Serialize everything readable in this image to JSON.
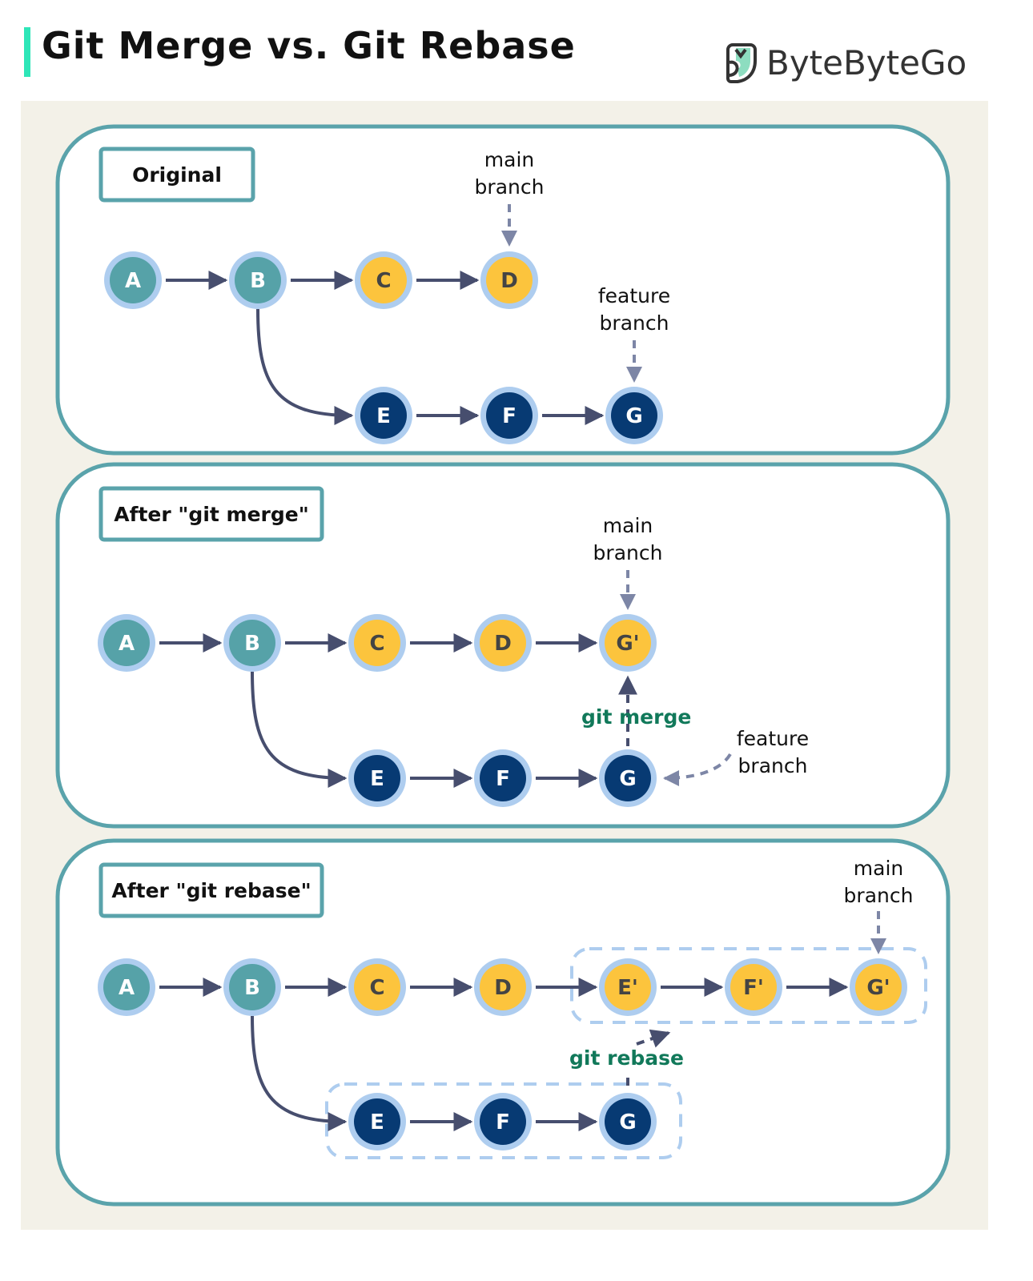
{
  "header": {
    "title": "Git Merge vs. Git Rebase",
    "brand": "ByteByteGo"
  },
  "colors": {
    "accent_bar": "#2ee6b8",
    "panel_border": "#5aa3ab",
    "background": "#f3f1e8",
    "node_ring": "#aecdef",
    "node_teal": "#56a2a8",
    "node_yellow": "#fcc43d",
    "node_navy": "#073a73",
    "arrow": "#474e6e",
    "pointer": "#7d86a6",
    "command_text": "#11795a",
    "group_dash": "#aecdef"
  },
  "panels": [
    {
      "id": "original",
      "label": "Original",
      "nodes": [
        {
          "id": "A",
          "label": "A",
          "kind": "teal"
        },
        {
          "id": "B",
          "label": "B",
          "kind": "teal"
        },
        {
          "id": "C",
          "label": "C",
          "kind": "yellow"
        },
        {
          "id": "D",
          "label": "D",
          "kind": "yellow"
        },
        {
          "id": "E",
          "label": "E",
          "kind": "navy"
        },
        {
          "id": "F",
          "label": "F",
          "kind": "navy"
        },
        {
          "id": "G",
          "label": "G",
          "kind": "navy"
        }
      ],
      "edges": [
        [
          "A",
          "B"
        ],
        [
          "B",
          "C"
        ],
        [
          "C",
          "D"
        ],
        [
          "B",
          "E"
        ],
        [
          "E",
          "F"
        ],
        [
          "F",
          "G"
        ]
      ],
      "pointers": [
        {
          "text": [
            "main",
            "branch"
          ],
          "target": "D"
        },
        {
          "text": [
            "feature",
            "branch"
          ],
          "target": "G"
        }
      ]
    },
    {
      "id": "merge",
      "label": "After \"git merge\"",
      "nodes": [
        {
          "id": "A",
          "label": "A",
          "kind": "teal"
        },
        {
          "id": "B",
          "label": "B",
          "kind": "teal"
        },
        {
          "id": "C",
          "label": "C",
          "kind": "yellow"
        },
        {
          "id": "D",
          "label": "D",
          "kind": "yellow"
        },
        {
          "id": "G2",
          "label": "G'",
          "kind": "yellow"
        },
        {
          "id": "E",
          "label": "E",
          "kind": "navy"
        },
        {
          "id": "F",
          "label": "F",
          "kind": "navy"
        },
        {
          "id": "G",
          "label": "G",
          "kind": "navy"
        }
      ],
      "edges": [
        [
          "A",
          "B"
        ],
        [
          "B",
          "C"
        ],
        [
          "C",
          "D"
        ],
        [
          "D",
          "G2"
        ],
        [
          "B",
          "E"
        ],
        [
          "E",
          "F"
        ],
        [
          "F",
          "G"
        ]
      ],
      "pointers": [
        {
          "text": [
            "main",
            "branch"
          ],
          "target": "G2"
        },
        {
          "text": [
            "feature",
            "branch"
          ],
          "target": "G"
        }
      ],
      "command": {
        "text": "git merge",
        "from": "G",
        "to": "G2"
      }
    },
    {
      "id": "rebase",
      "label": "After \"git rebase\"",
      "nodes": [
        {
          "id": "A",
          "label": "A",
          "kind": "teal"
        },
        {
          "id": "B",
          "label": "B",
          "kind": "teal"
        },
        {
          "id": "C",
          "label": "C",
          "kind": "yellow"
        },
        {
          "id": "D",
          "label": "D",
          "kind": "yellow"
        },
        {
          "id": "E2",
          "label": "E'",
          "kind": "yellow"
        },
        {
          "id": "F2",
          "label": "F'",
          "kind": "yellow"
        },
        {
          "id": "G2",
          "label": "G'",
          "kind": "yellow"
        },
        {
          "id": "E",
          "label": "E",
          "kind": "navy"
        },
        {
          "id": "F",
          "label": "F",
          "kind": "navy"
        },
        {
          "id": "G",
          "label": "G",
          "kind": "navy"
        }
      ],
      "edges": [
        [
          "A",
          "B"
        ],
        [
          "B",
          "C"
        ],
        [
          "C",
          "D"
        ],
        [
          "D",
          "E2"
        ],
        [
          "E2",
          "F2"
        ],
        [
          "F2",
          "G2"
        ],
        [
          "B",
          "E"
        ],
        [
          "E",
          "F"
        ],
        [
          "F",
          "G"
        ]
      ],
      "pointers": [
        {
          "text": [
            "main",
            "branch"
          ],
          "target": "G2"
        }
      ],
      "command": {
        "text": "git rebase",
        "from": "G",
        "to": "E2"
      }
    }
  ]
}
